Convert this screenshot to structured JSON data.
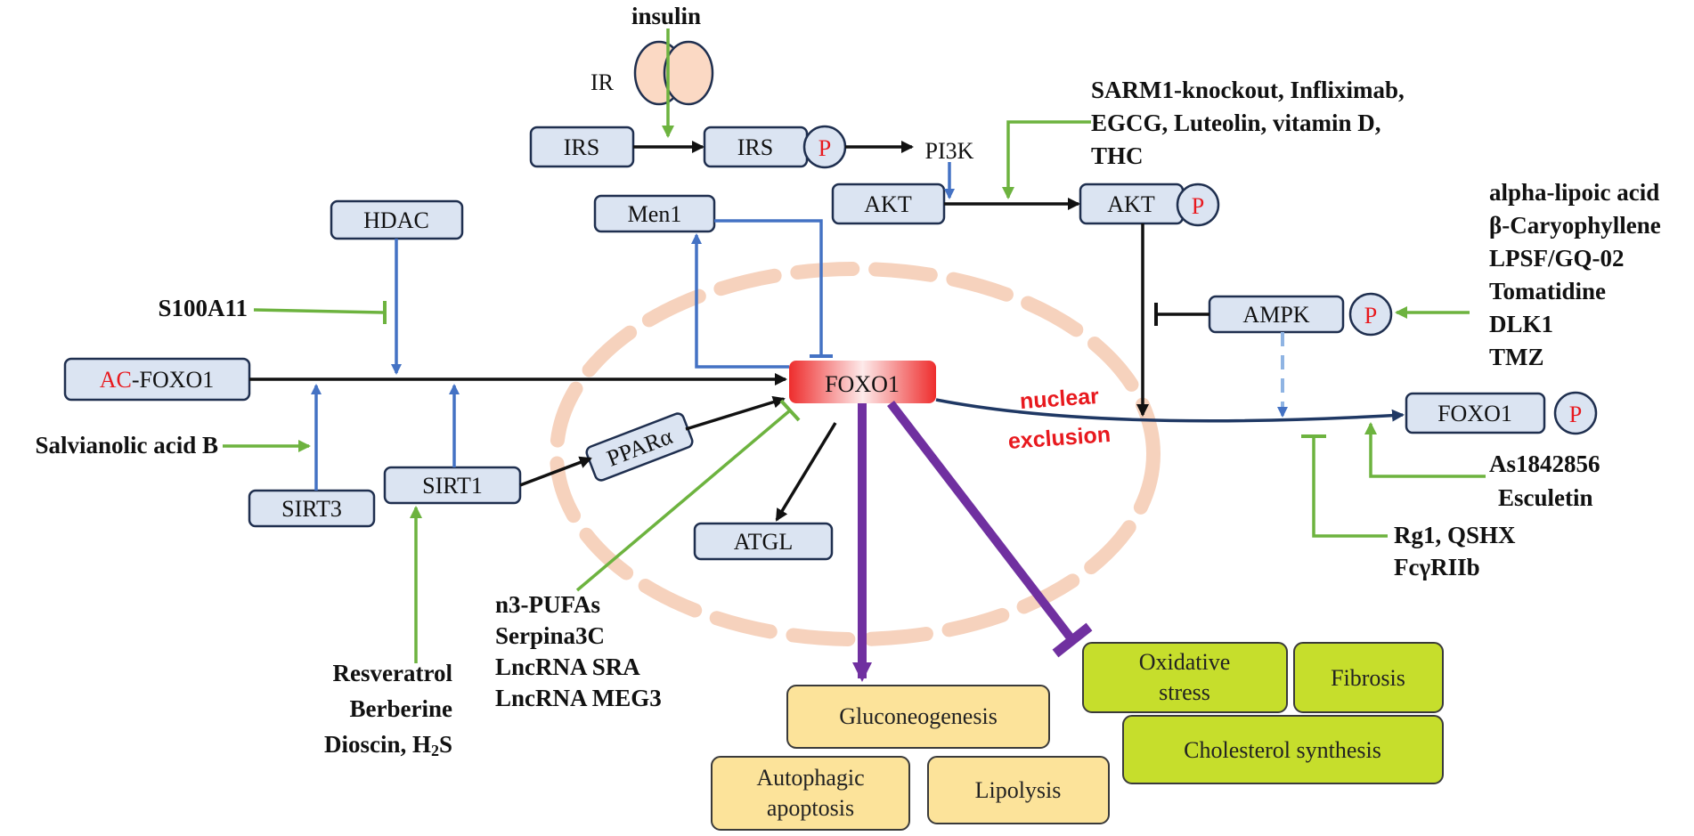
{
  "colors": {
    "node_fill": "#dbe4f2",
    "node_stroke": "#1f2f4f",
    "green_arrow": "#6db33f",
    "blue_arrow": "#4472c4",
    "black_arrow": "#111111",
    "purple_arrow": "#7030a0",
    "navy_arrow": "#1f3864",
    "yellow_box": "#fce39a",
    "lime_box": "#c6de2c",
    "red_text": "#e8191e",
    "nucleus_dash": "#f6d2bd",
    "foxo1_center": "#ee2d2d"
  },
  "receptor": {
    "ligand": "insulin",
    "label": "IR"
  },
  "nodes": {
    "irs": "IRS",
    "irs_p": "IRS",
    "pi3k": "PI3K",
    "akt": "AKT",
    "akt_p": "AKT",
    "men1": "Men1",
    "hdac": "HDAC",
    "foxo1_center": "FOXO1",
    "ac_prefix": "AC",
    "ac_rest": "-FOXO1",
    "ppara": "PPARα",
    "sirt1": "SIRT1",
    "sirt3": "SIRT3",
    "atgl": "ATGL",
    "ampk": "AMPK",
    "foxo1_p": "FOXO1",
    "phospho": "P"
  },
  "nuclear_exclusion": [
    "nuclear",
    "exclusion"
  ],
  "regulators": {
    "akt_activators": [
      "SARM1-knockout, Infliximab,",
      "EGCG, Luteolin, vitamin D,",
      "THC"
    ],
    "ampk_activators": [
      "alpha-lipoic acid",
      "β-Caryophyllene",
      "LPSF/GQ-02",
      "Tomatidine",
      "DLK1",
      "TMZ"
    ],
    "s100a11": "S100A11",
    "salvianolic": "Salvianolic acid B",
    "sirt1_activators": [
      "Resveratrol",
      "Berberine"
    ],
    "dioscin_prefix": "Dioscin, H",
    "dioscin_sub": "2",
    "dioscin_suffix": "S",
    "foxo1_inhibitors": [
      "n3-PUFAs",
      "Serpina3C",
      "LncRNA SRA",
      "LncRNA MEG3"
    ],
    "phospho_promoters": [
      "As1842856",
      "Esculetin"
    ],
    "phospho_inhibitors": [
      "Rg1, QSHX",
      "FcγRIIb"
    ]
  },
  "outcomes": {
    "gluconeogenesis": "Gluconeogenesis",
    "autophagic_1": "Autophagic",
    "autophagic_2": "apoptosis",
    "lipolysis": "Lipolysis",
    "oxidative_1": "Oxidative",
    "oxidative_2": "stress",
    "fibrosis": "Fibrosis",
    "cholesterol": "Cholesterol synthesis"
  }
}
